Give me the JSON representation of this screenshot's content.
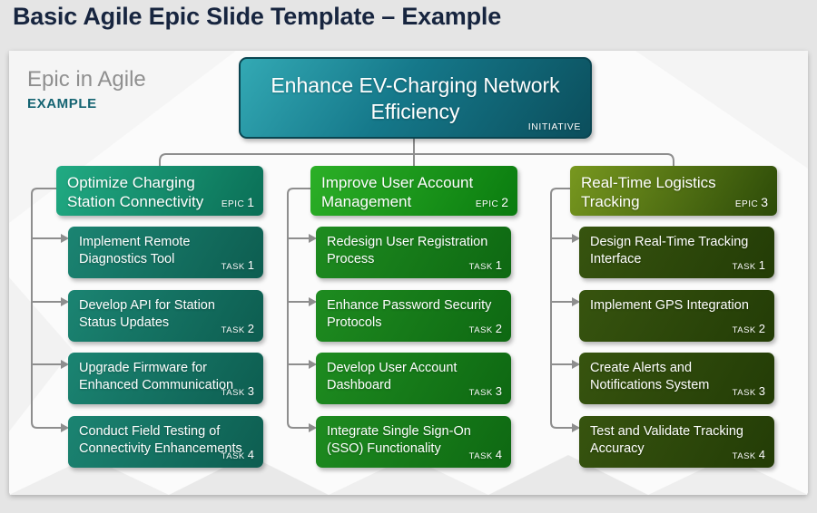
{
  "title": "Basic Agile Epic Slide Template – Example",
  "slide": {
    "label_heading": "Epic in Agile",
    "label_subheading": "EXAMPLE",
    "initiative": {
      "title": "Enhance EV-Charging Network Efficiency",
      "badge": "INITIATIVE"
    },
    "columns": [
      {
        "epic": {
          "title": "Optimize Charging Station Connectivity",
          "badge_label": "EPIC",
          "badge_number": "1"
        },
        "tasks": [
          {
            "title": "Implement Remote Diagnostics Tool",
            "badge_label": "TASK",
            "badge_number": "1"
          },
          {
            "title": "Develop API for Station Status Updates",
            "badge_label": "TASK",
            "badge_number": "2"
          },
          {
            "title": "Upgrade Firmware for Enhanced Communication",
            "badge_label": "TASK",
            "badge_number": "3"
          },
          {
            "title": "Conduct Field Testing of Connectivity Enhancements",
            "badge_label": "TASK",
            "badge_number": "4"
          }
        ]
      },
      {
        "epic": {
          "title": "Improve User Account Management",
          "badge_label": "EPIC",
          "badge_number": "2"
        },
        "tasks": [
          {
            "title": "Redesign User Registration Process",
            "badge_label": "TASK",
            "badge_number": "1"
          },
          {
            "title": "Enhance Password Security Protocols",
            "badge_label": "TASK",
            "badge_number": "2"
          },
          {
            "title": "Develop User Account Dashboard",
            "badge_label": "TASK",
            "badge_number": "3"
          },
          {
            "title": "Integrate Single Sign-On (SSO) Functionality",
            "badge_label": "TASK",
            "badge_number": "4"
          }
        ]
      },
      {
        "epic": {
          "title": "Real-Time Logistics Tracking",
          "badge_label": "EPIC",
          "badge_number": "3"
        },
        "tasks": [
          {
            "title": "Design Real-Time Tracking Interface",
            "badge_label": "TASK",
            "badge_number": "1"
          },
          {
            "title": "Implement GPS Integration",
            "badge_label": "TASK",
            "badge_number": "2"
          },
          {
            "title": "Create Alerts and Notifications System",
            "badge_label": "TASK",
            "badge_number": "3"
          },
          {
            "title": "Test and Validate Tracking Accuracy",
            "badge_label": "TASK",
            "badge_number": "4"
          }
        ]
      }
    ]
  },
  "colors": {
    "page_background": "#e5e5e5",
    "card_background": "#fbfbfb",
    "title_text": "#17253f",
    "heading_gray": "#8f8f8f",
    "example_teal": "#156472",
    "connector_gray": "#8e8e8e",
    "box_text": "#ffffff",
    "initiative_gradient_start": "#33a9b4",
    "initiative_gradient_end": "#0b4e5c",
    "epic1_gradient_start": "#21ab83",
    "epic1_gradient_end": "#0a6e56",
    "task1_color": "#15705f",
    "epic2_gradient_start": "#2cb027",
    "epic2_gradient_end": "#0a7b0f",
    "task2_color": "#177a19",
    "epic3_gradient_start": "#78981f",
    "epic3_gradient_end": "#2c4a08",
    "task3_color": "#2d480c"
  }
}
